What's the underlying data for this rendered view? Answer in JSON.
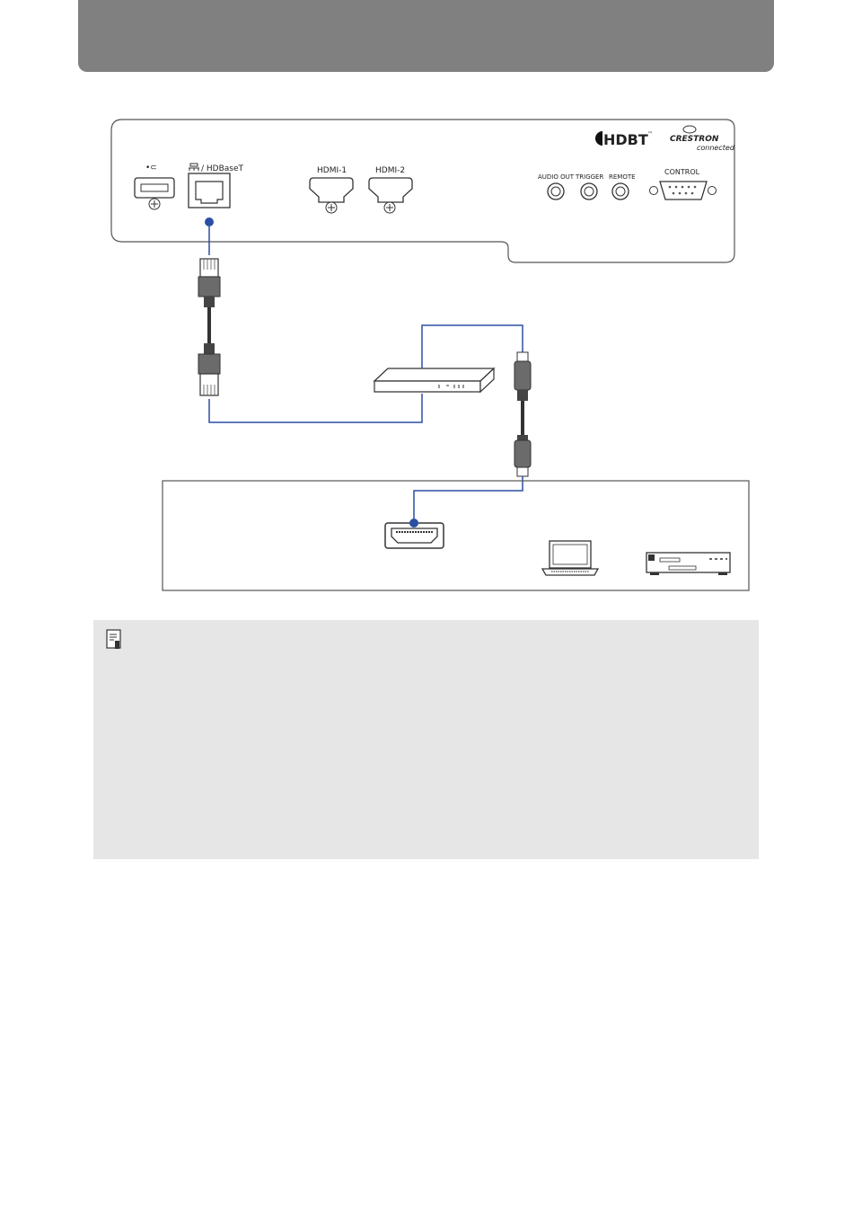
{
  "header": {
    "title": ""
  },
  "panel": {
    "usb_symbol": "•⊂",
    "lan_label": "/ HDBaseT",
    "hdmi1_label": "HDMI-1",
    "hdmi2_label": "HDMI-2",
    "audio_out_label": "AUDIO OUT",
    "trigger_label": "TRIGGER",
    "remote_label": "REMOTE",
    "control_label": "CONTROL"
  },
  "logos": {
    "hdbt": "HDBT",
    "hdbt_tm": "™",
    "crestron": "CRESTRON",
    "connected": "connected"
  },
  "colors": {
    "cable_line": "#2b4fa3",
    "note_bg": "#e6e6e6",
    "header_bg": "#808080"
  },
  "icons": {
    "note": "memo-pencil-icon"
  }
}
